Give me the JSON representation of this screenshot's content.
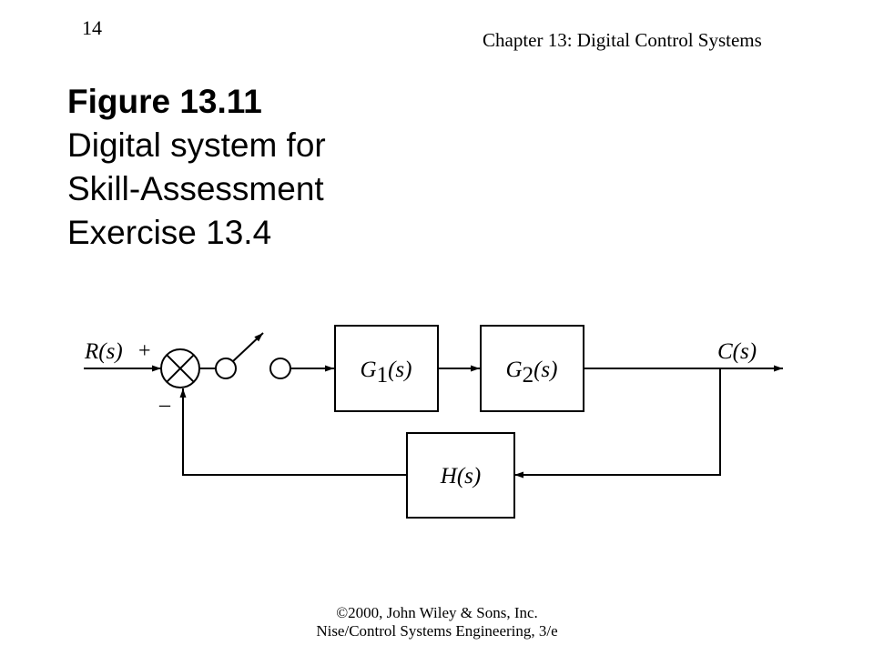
{
  "header": {
    "page_number": "14",
    "chapter_title": "Chapter 13: Digital Control Systems"
  },
  "figure": {
    "number": "Figure 13.11",
    "caption_lines": [
      "Digital system for",
      "Skill-Assessment",
      "Exercise 13.4"
    ]
  },
  "diagram": {
    "input_label": "R(s)",
    "output_label": "C(s)",
    "plus_sign": "+",
    "minus_sign": "–",
    "blocks": {
      "g1": {
        "name": "G",
        "sub": "1",
        "arg": "(s)"
      },
      "g2": {
        "name": "G",
        "sub": "2",
        "arg": "(s)"
      },
      "h": {
        "name": "H",
        "arg": "(s)"
      }
    }
  },
  "footer": {
    "line1": "©2000, John Wiley & Sons, Inc.",
    "line2": "Nise/Control Systems Engineering, 3/e"
  }
}
